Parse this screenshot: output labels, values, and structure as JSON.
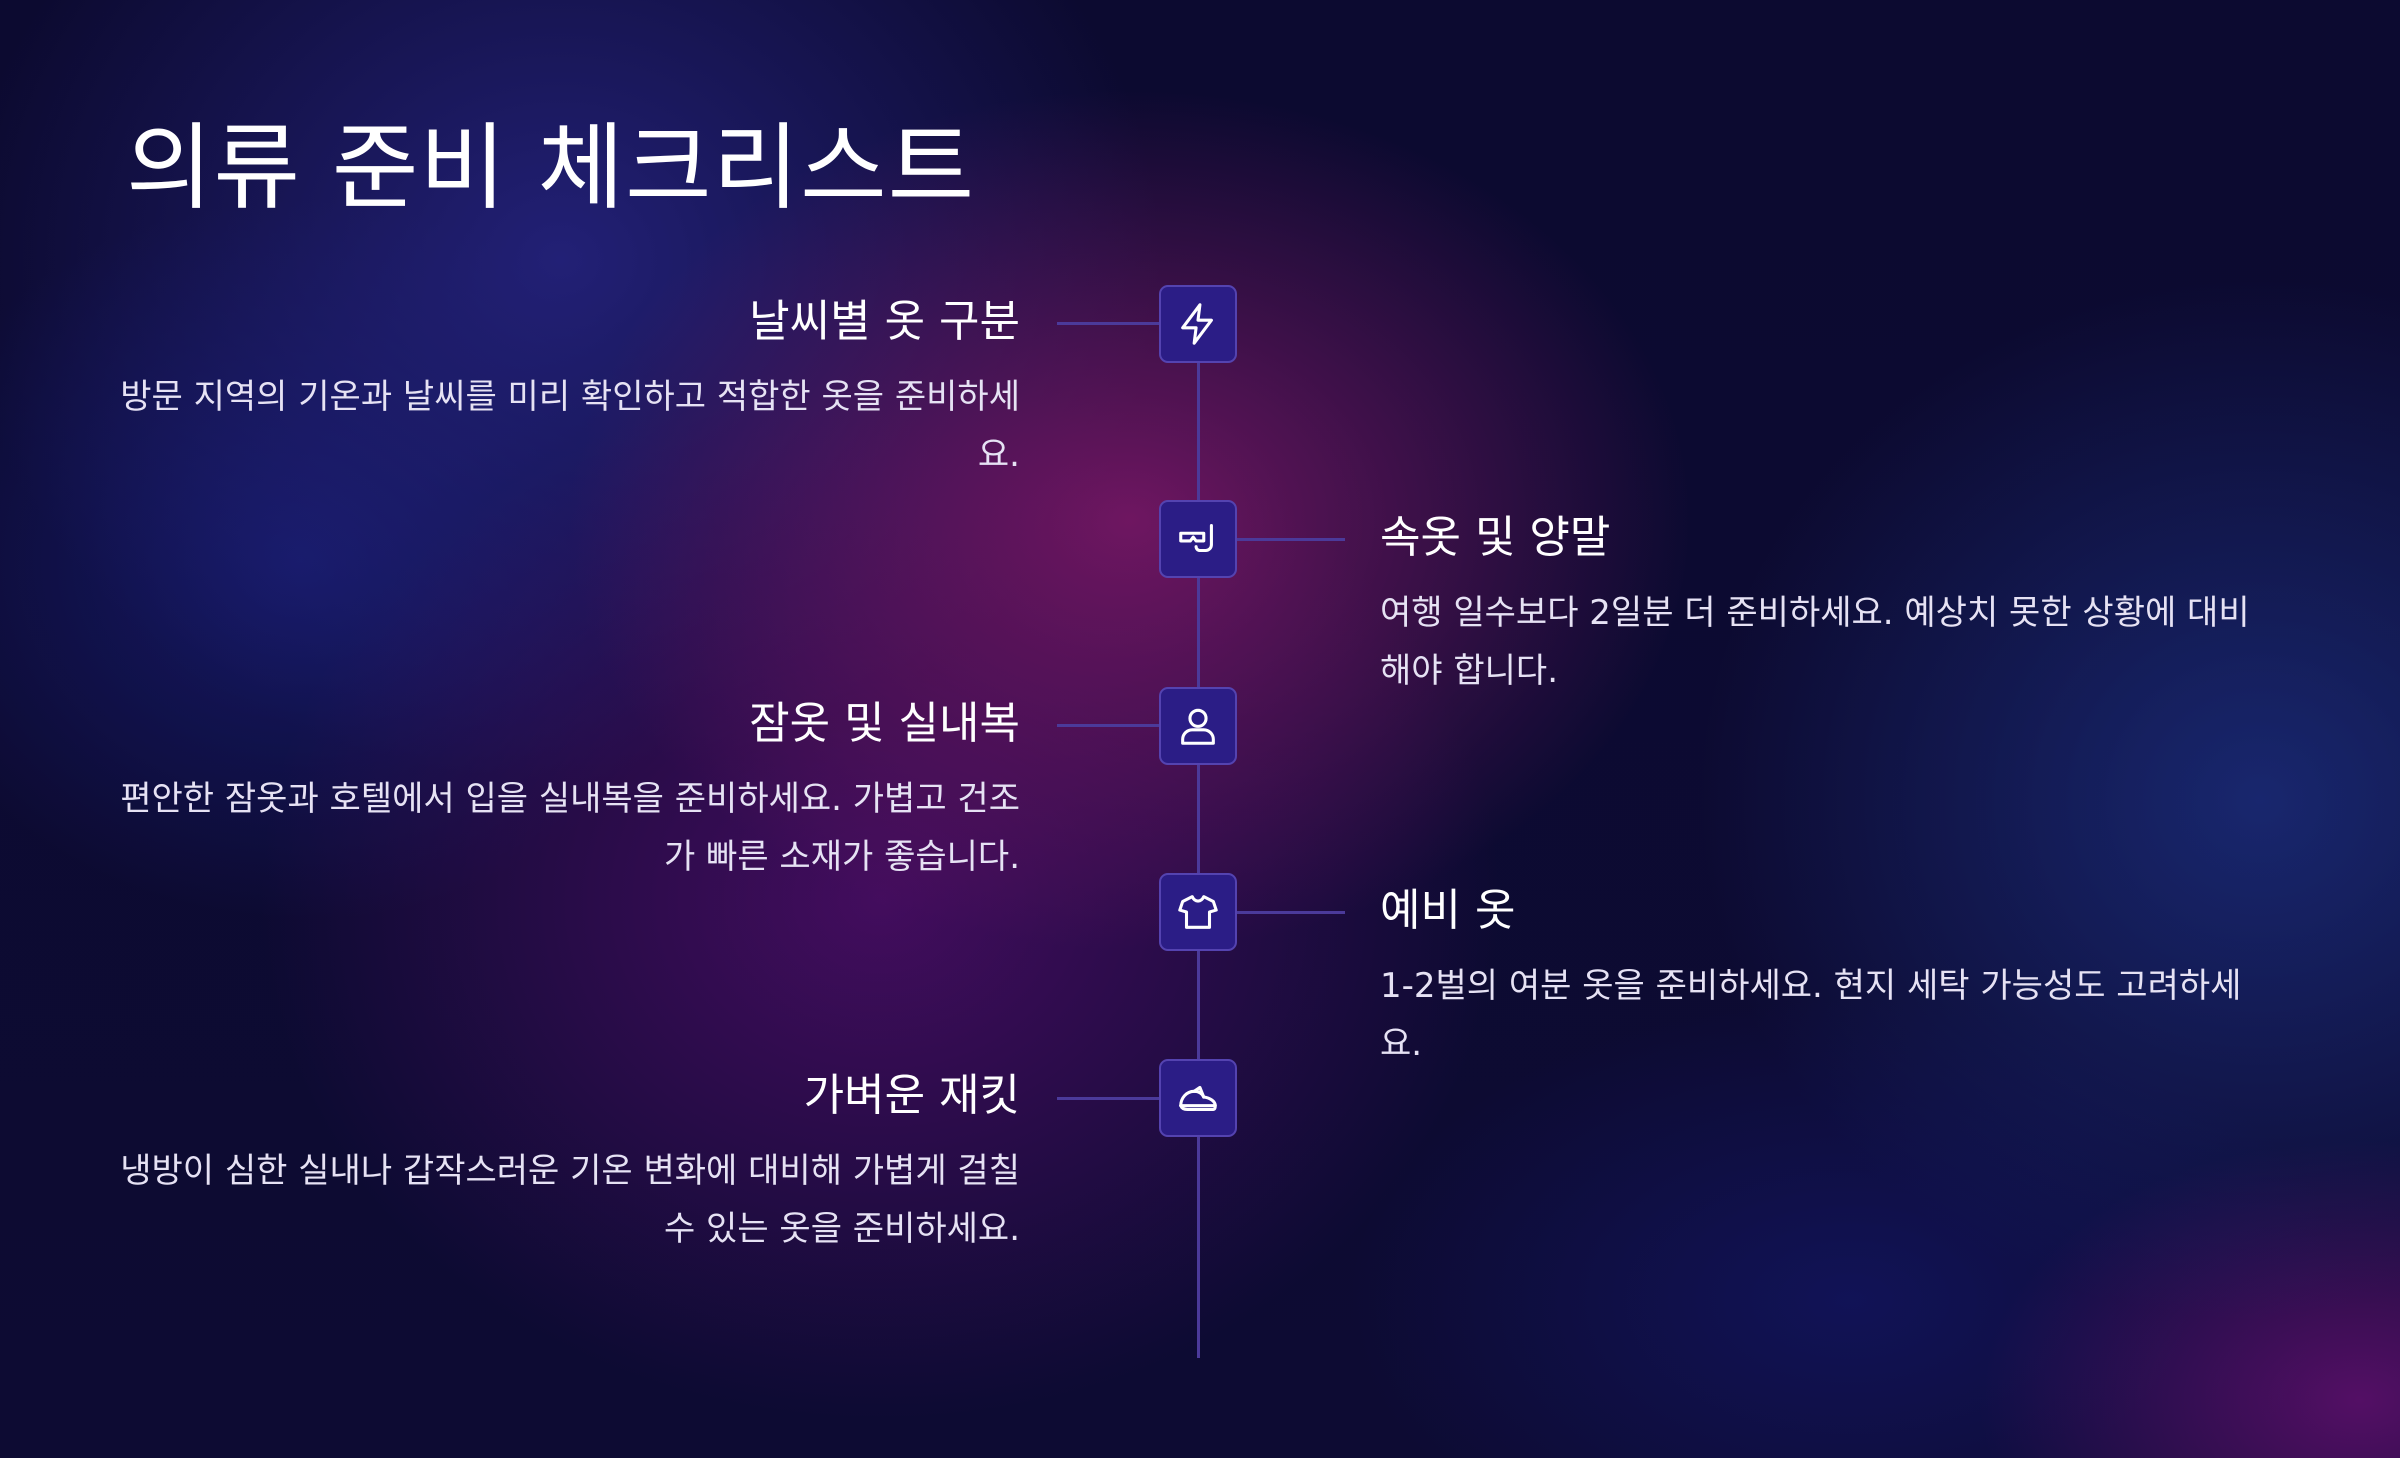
{
  "page": {
    "title": "의류 준비 체크리스트"
  },
  "colors": {
    "background": "#0c0a31",
    "glow_magenta": "#7e1868",
    "glow_blue": "#26248e",
    "axis_line": "#4b3a9a",
    "node_fill": "#2b1d86",
    "node_border": "#5443b0",
    "icon_stroke": "#ffffff",
    "text_primary": "#ffffff",
    "text_secondary": "#e6e2f4"
  },
  "timeline": {
    "items": [
      {
        "side": "left",
        "icon": "lightning-icon",
        "title": "날씨별 옷 구분",
        "description": "방문 지역의 기온과 날씨를 미리 확인하고 적합한 옷을 준비하세요."
      },
      {
        "side": "right",
        "icon": "snorkel-mask-icon",
        "title": "속옷 및 양말",
        "description": "여행 일수보다 2일분 더 준비하세요. 예상치 못한 상황에 대비해야 합니다."
      },
      {
        "side": "left",
        "icon": "person-icon",
        "title": "잠옷 및 실내복",
        "description": "편안한 잠옷과 호텔에서 입을 실내복을 준비하세요. 가볍고 건조가 빠른 소재가 좋습니다."
      },
      {
        "side": "right",
        "icon": "t-shirt-icon",
        "title": "예비 옷",
        "description": "1-2벌의 여분 옷을 준비하세요. 현지 세탁 가능성도 고려하세요."
      },
      {
        "side": "left",
        "icon": "cap-icon",
        "title": "가벼운 재킷",
        "description": "냉방이 심한 실내나 갑작스러운 기온 변화에 대비해 가볍게 걸칠 수 있는 옷을 준비하세요."
      }
    ]
  }
}
